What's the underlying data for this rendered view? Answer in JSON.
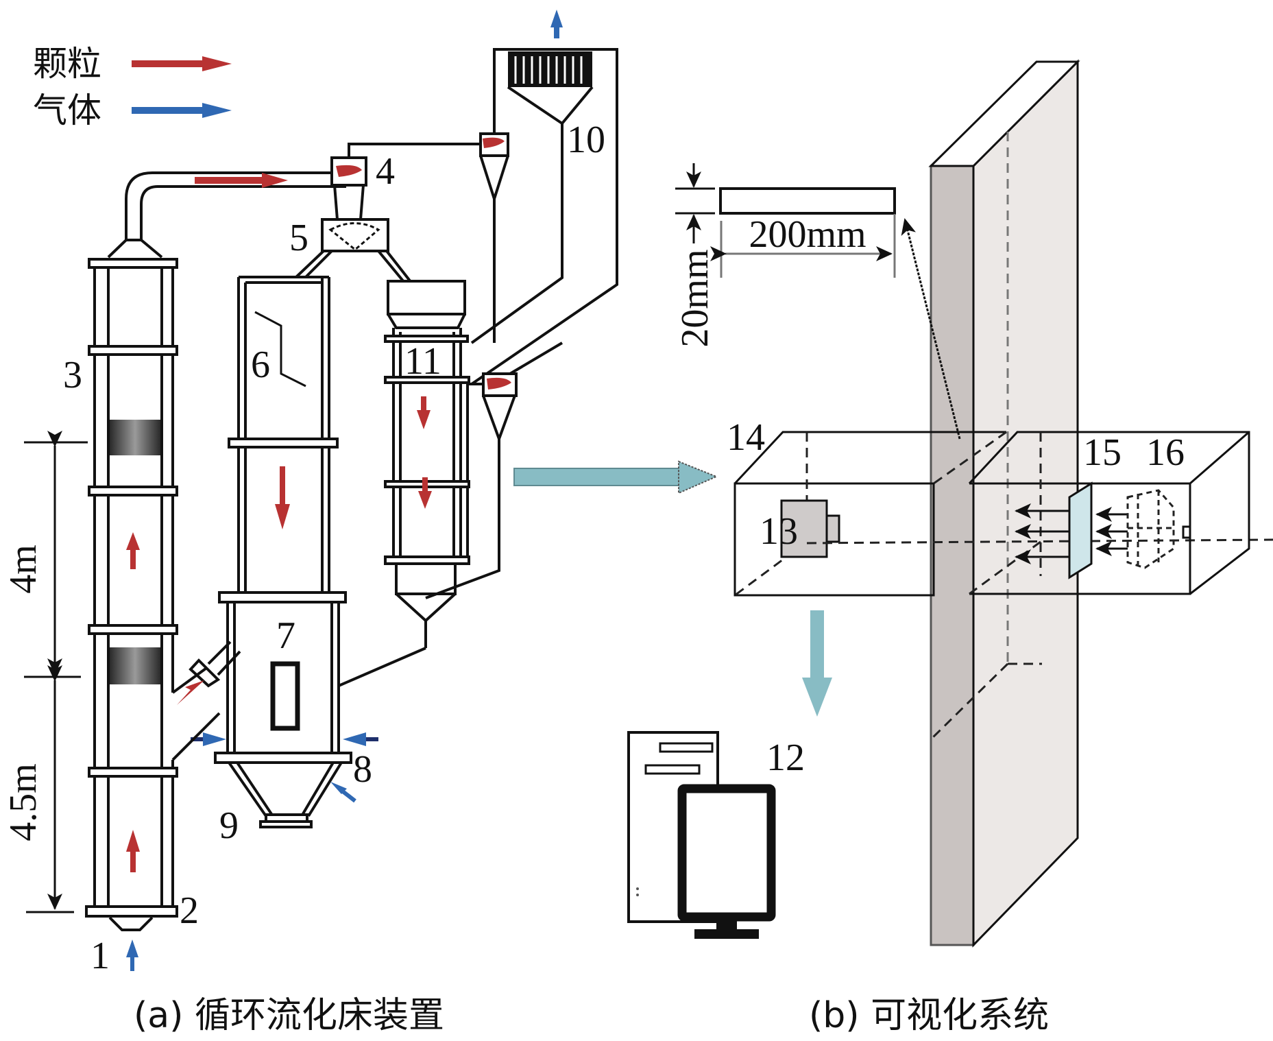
{
  "legend": {
    "particles": {
      "label": "颗粒",
      "color": "#b83232"
    },
    "gas": {
      "label": "气体",
      "color": "#2f68b3"
    }
  },
  "panel_a": {
    "caption": "(a) 循环流化床装置",
    "labels": {
      "n1": "1",
      "n2": "2",
      "n3": "3",
      "n4": "4",
      "n5": "5",
      "n6": "6",
      "n7": "7",
      "n8": "8",
      "n9": "9",
      "n10": "10",
      "n11": "11"
    },
    "dimensions": {
      "upper": "4m",
      "lower": "4.5m"
    }
  },
  "panel_b": {
    "caption": "(b) 可视化系统",
    "labels": {
      "n12": "12",
      "n13": "13",
      "n14": "14",
      "n15": "15",
      "n16": "16"
    },
    "dimensions": {
      "width": "200mm",
      "thickness": "20mm"
    }
  },
  "colors": {
    "flow_arrow": "#88bcc4",
    "wall_front": "#e8e4e2",
    "wall_side": "#c9c3c1",
    "camera": "#cfcbca",
    "lens_plate": "#cfe6ea"
  }
}
